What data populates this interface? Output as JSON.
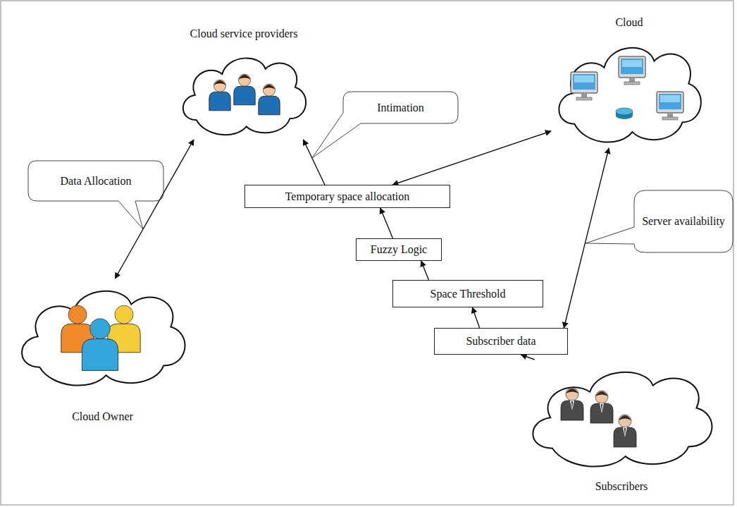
{
  "diagram": {
    "nodes": [
      {
        "text": [
          "Cloud service providers"
        ]
      },
      {
        "text": [
          "Cloud"
        ]
      },
      {
        "text": [
          "Temporary space allocation"
        ]
      },
      {
        "text": [
          "Fuzzy Logic"
        ]
      },
      {
        "text": [
          "Space Threshold"
        ]
      },
      {
        "text": [
          "Subscriber data"
        ]
      },
      {
        "text": [
          "Cloud Owner"
        ]
      },
      {
        "text": [
          "Subscribers"
        ]
      }
    ],
    "edges": [
      {
        "from": 6,
        "to": 0,
        "arrow": "both",
        "label": "Data Allocation"
      },
      {
        "from": 2,
        "to": 0,
        "arrow": "to",
        "label": "Intimation"
      },
      {
        "from": 2,
        "to": 1,
        "arrow": "both"
      },
      {
        "from": 3,
        "to": 2,
        "arrow": "to"
      },
      {
        "from": 4,
        "to": 3,
        "arrow": "to"
      },
      {
        "from": 5,
        "to": 4,
        "arrow": "to"
      },
      {
        "from": 7,
        "to": 5,
        "arrow": "to"
      },
      {
        "from": 1,
        "to": 5,
        "arrow": "both",
        "label": "Server availability"
      }
    ]
  }
}
